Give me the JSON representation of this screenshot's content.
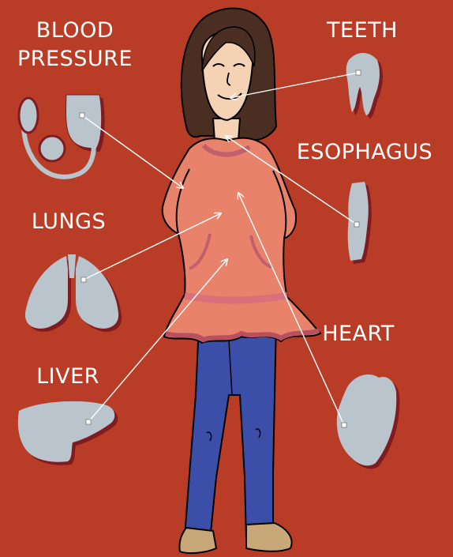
{
  "labels": {
    "blood_pressure_line1": "BLOOD",
    "blood_pressure_line2": "PRESSURE",
    "teeth": "TEETH",
    "esophagus": "ESOPHAGUS",
    "lungs": "LUNGS",
    "heart": "HEART",
    "liver": "LIVER"
  },
  "colors": {
    "background": "#b83c26",
    "organ_fill": "#b9c4cc",
    "organ_shadow": "#7e1c22",
    "shirt": "#e8826a",
    "shirt_trim": "#d9707a",
    "jeans": "#3b4ea8",
    "hair": "#4a2e22",
    "skin": "#f5d2b4",
    "shoes": "#c8a878",
    "arrow": "#ffffff"
  }
}
